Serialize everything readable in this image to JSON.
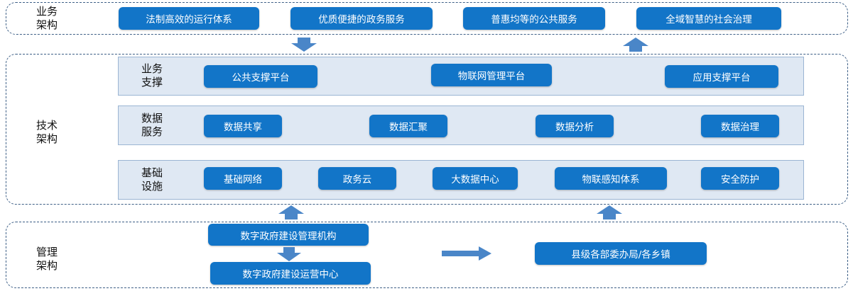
{
  "business_layer": {
    "label": "业务\n架构",
    "items": [
      "法制高效的运行体系",
      "优质便捷的政务服务",
      "普惠均等的公共服务",
      "全域智慧的社会治理"
    ]
  },
  "technical_layer": {
    "label": "技术\n架构",
    "rows": [
      {
        "label": "业务\n支撑",
        "items": [
          "公共支撑平台",
          "物联网管理平台",
          "应用支撑平台"
        ]
      },
      {
        "label": "数据\n服务",
        "items": [
          "数据共享",
          "数据汇聚",
          "数据分析",
          "数据治理"
        ]
      },
      {
        "label": "基础\n设施",
        "items": [
          "基础网络",
          "政务云",
          "大数据中心",
          "物联感知体系",
          "安全防护"
        ]
      }
    ]
  },
  "management_layer": {
    "label": "管理\n架构",
    "top_org": "数字政府建设管理机构",
    "bottom_org": "数字政府建设运营中心",
    "target_org": "县级各部委办局/各乡镇"
  },
  "colors": {
    "pill": "#1275c8",
    "arrow": "#4a86c8",
    "row_bg": "#dfe8f3",
    "border": "#3d5f86"
  }
}
